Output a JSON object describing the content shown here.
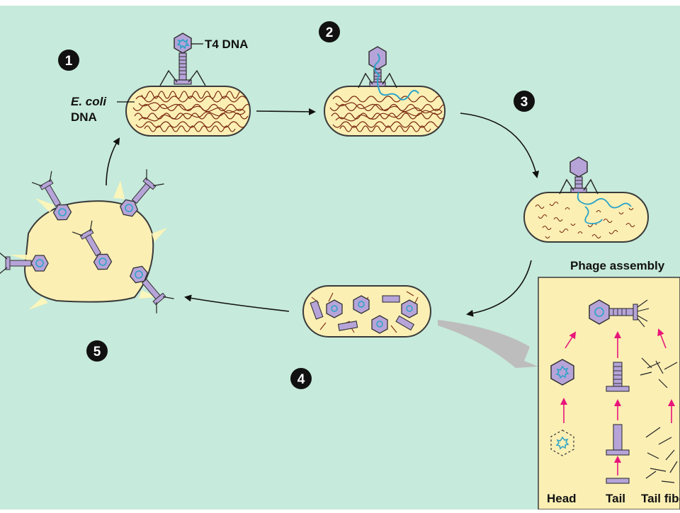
{
  "steps": [
    "1",
    "2",
    "3",
    "4",
    "5"
  ],
  "labels": {
    "t4_dna": "T4 DNA",
    "ecoli": "E. coli",
    "dna": "DNA",
    "phage_assembly": "Phage assembly",
    "head": "Head",
    "tail": "Tail",
    "tail_fibers": "Tail fibers"
  },
  "colors": {
    "background": "#c6eadb",
    "cell_fill": "#fbefb4",
    "cell_outline": "#3a3a3a",
    "host_dna": "#7a2a10",
    "phage_dna": "#2aa3c7",
    "phage_head": "#b6a4d9",
    "arrow_pink": "#e8157a",
    "panel_fill": "#fbefb4"
  }
}
